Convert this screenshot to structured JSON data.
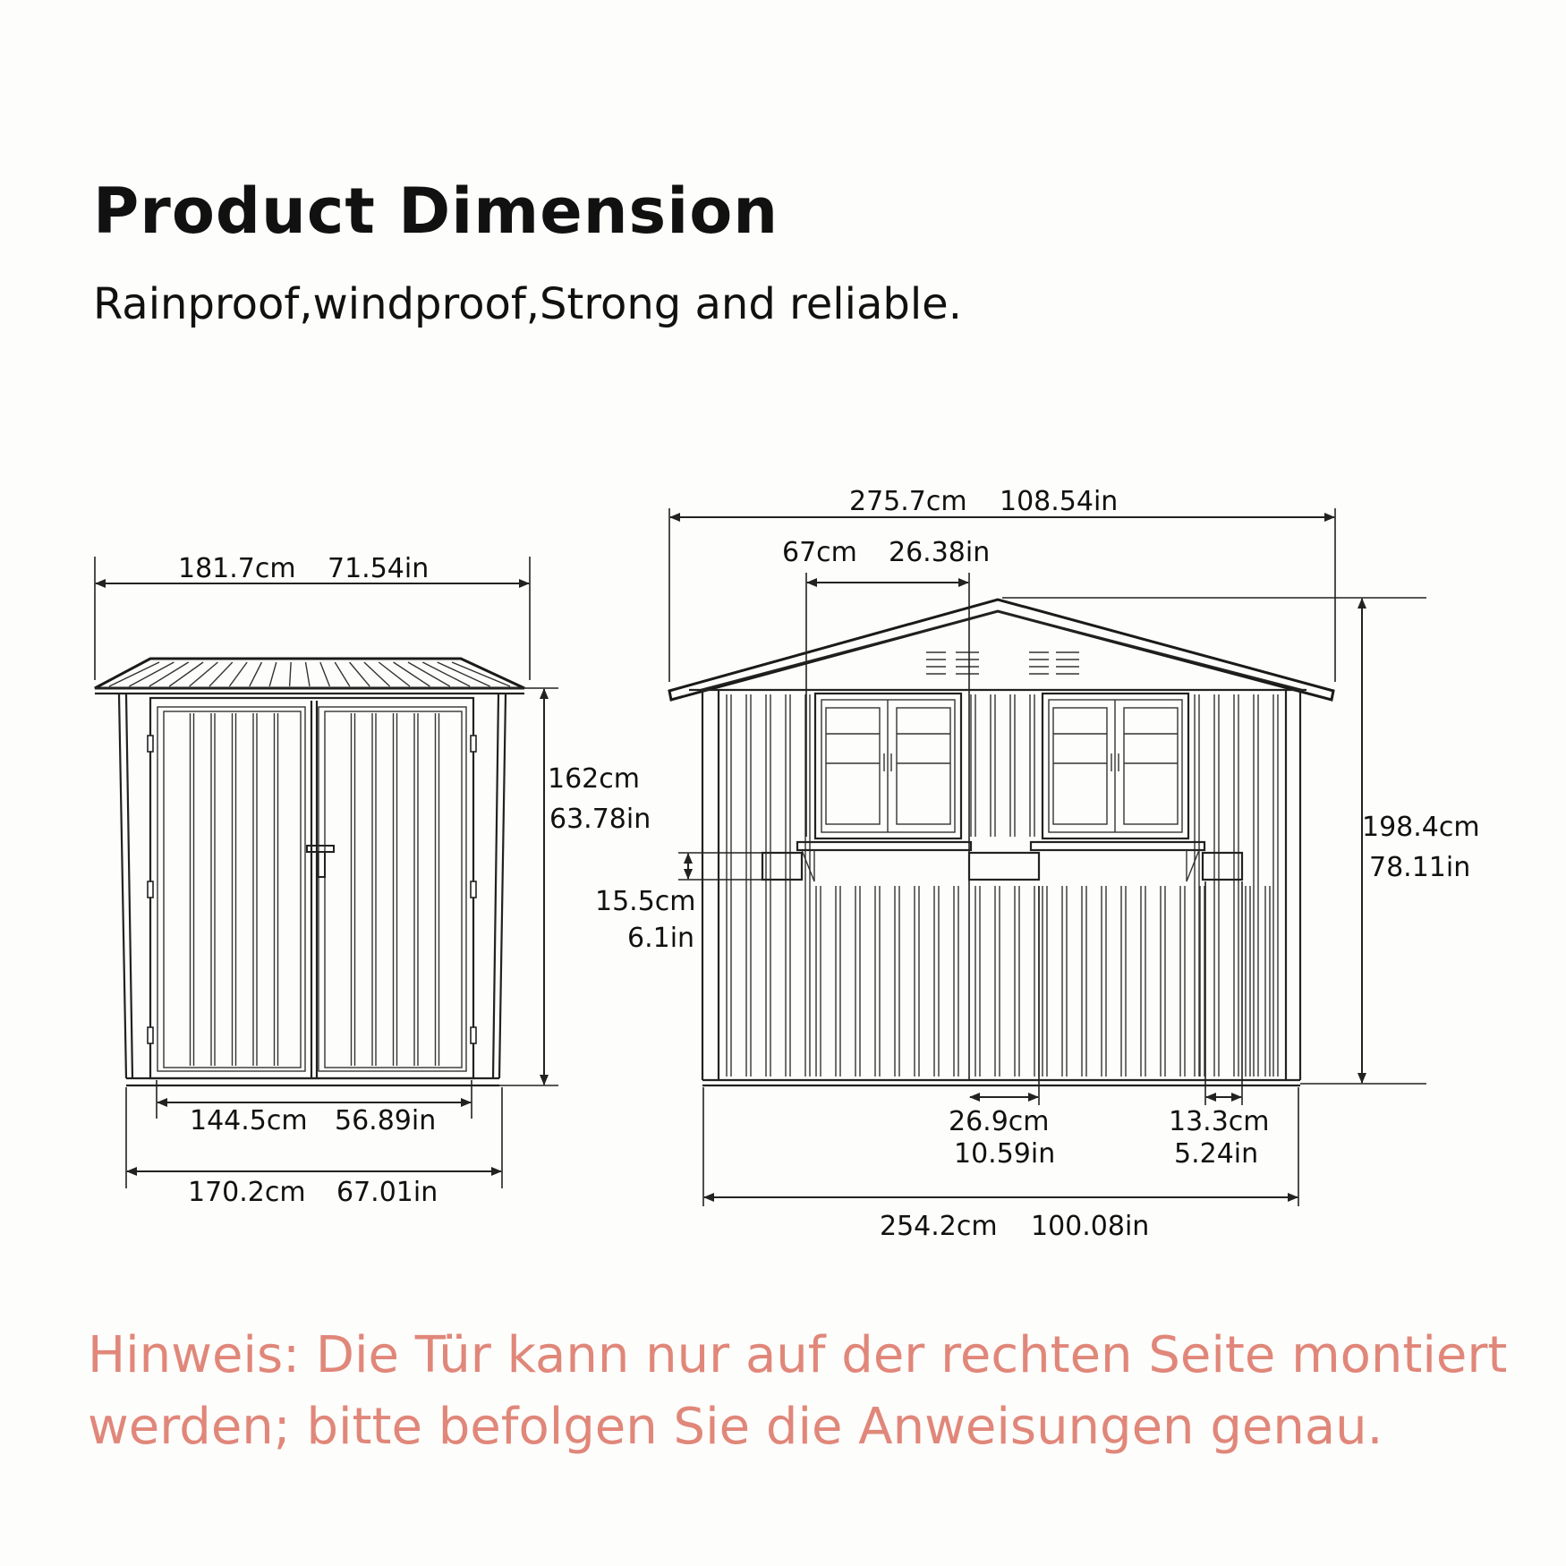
{
  "header": {
    "title": "Product Dimension",
    "subtitle": "Rainproof,windproof,Strong and reliable."
  },
  "front_view": {
    "roof_width": {
      "cm": "181.7cm",
      "in": "71.54in"
    },
    "wall_height": {
      "cm": "162cm",
      "in": "63.78in"
    },
    "door_width": {
      "cm": "144.5cm",
      "in": "56.89in"
    },
    "base_width": {
      "cm": "170.2cm",
      "in": "67.01in"
    }
  },
  "side_view": {
    "roof_width": {
      "cm": "275.7cm",
      "in": "108.54in"
    },
    "window_offset": {
      "cm": "67cm",
      "in": "26.38in"
    },
    "total_height": {
      "cm": "198.4cm",
      "in": "78.11in"
    },
    "planter_height": {
      "cm": "15.5cm",
      "in": "6.1in"
    },
    "panel_gap": {
      "cm": "26.9cm",
      "in": "10.59in"
    },
    "edge_panel": {
      "cm": "13.3cm",
      "in": "5.24in"
    },
    "base_width": {
      "cm": "254.2cm",
      "in": "100.08in"
    }
  },
  "note": {
    "line1": "Hinweis: Die Tür kann nur auf der rechten Seite montiert",
    "line2": "werden; bitte befolgen Sie die Anweisungen genau.",
    "color": "#e0877a"
  }
}
